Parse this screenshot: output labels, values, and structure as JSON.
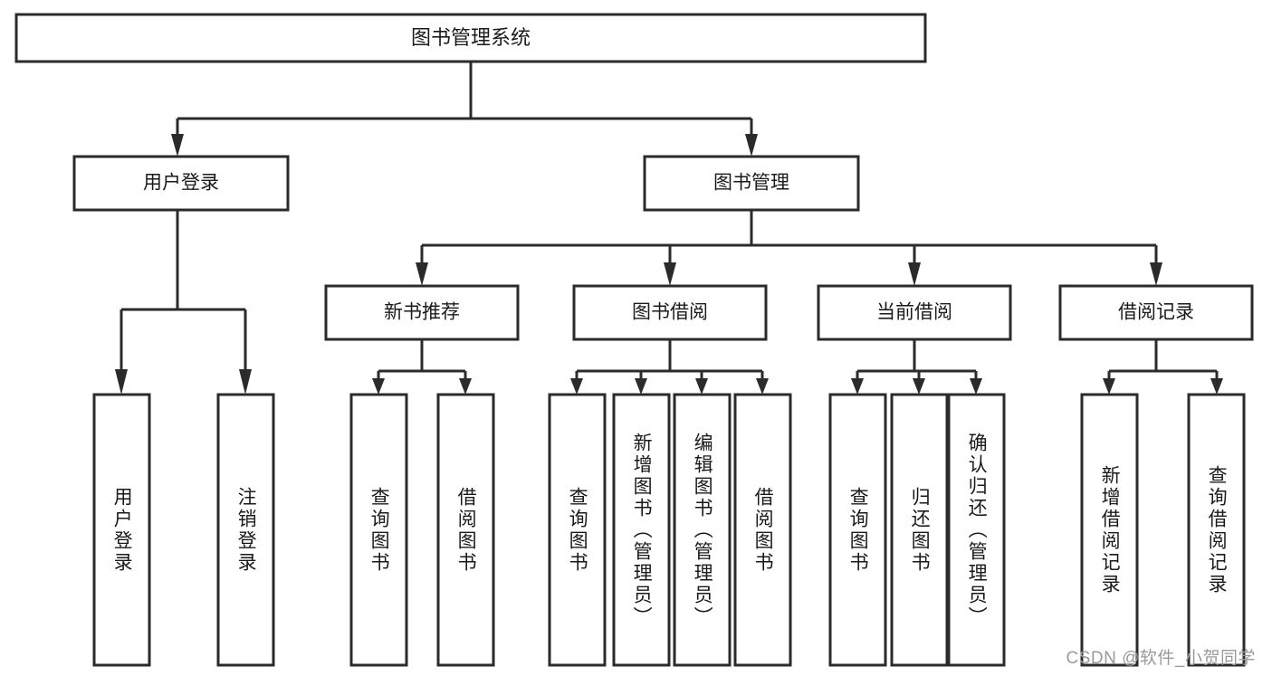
{
  "diagram": {
    "title": "图书管理系统",
    "type": "tree",
    "orientation": "top-down",
    "colors": {
      "box_fill": "#ffffff",
      "box_stroke": "#2b2b2b",
      "connector": "#2b2b2b",
      "text": "#1a1a1a",
      "background": "#ffffff",
      "watermark": "#9a9a9a"
    },
    "root": {
      "label": "图书管理系统"
    },
    "level2": [
      {
        "label": "用户登录"
      },
      {
        "label": "图书管理"
      }
    ],
    "level3": [
      {
        "label": "新书推荐"
      },
      {
        "label": "图书借阅"
      },
      {
        "label": "当前借阅"
      },
      {
        "label": "借阅记录"
      }
    ],
    "leaves": {
      "user_login": [
        {
          "label": "用户登录"
        },
        {
          "label": "注销登录"
        }
      ],
      "new_book_recommend": [
        {
          "label": "查询图书"
        },
        {
          "label": "借阅图书"
        }
      ],
      "book_borrow": [
        {
          "label": "查询图书"
        },
        {
          "label": "新增图书（管理员）"
        },
        {
          "label": "编辑图书（管理员）"
        },
        {
          "label": "借阅图书"
        }
      ],
      "current_borrow": [
        {
          "label": "查询图书"
        },
        {
          "label": "归还图书"
        },
        {
          "label": "确认归还（管理员）"
        }
      ],
      "borrow_record": [
        {
          "label": "新增借阅记录"
        },
        {
          "label": "查询借阅记录"
        }
      ]
    }
  },
  "watermark": {
    "text": "CSDN @软件_小贺同学"
  }
}
